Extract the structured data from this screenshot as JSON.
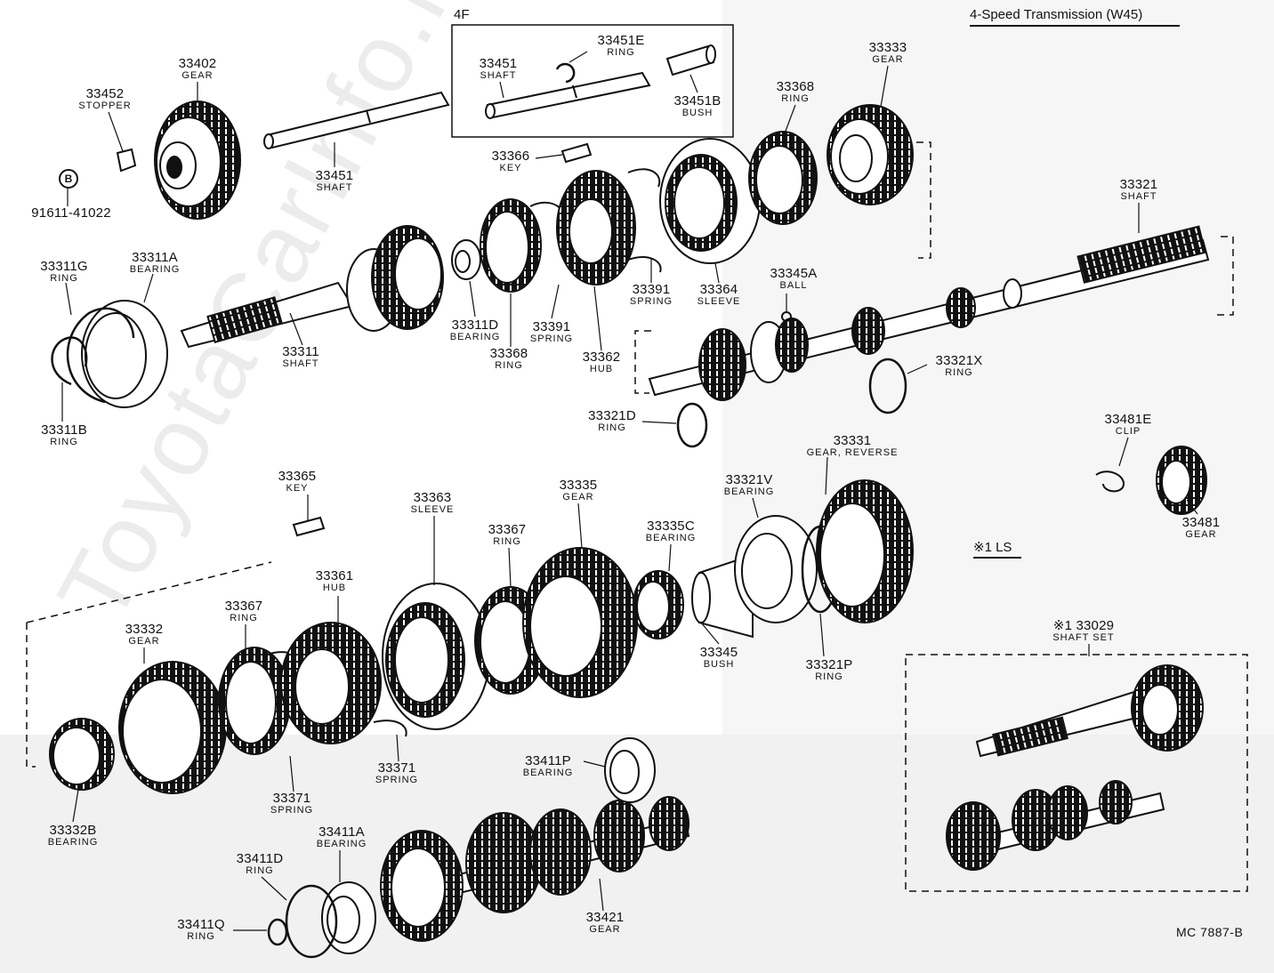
{
  "diagram": {
    "title": "4-Speed Transmission (W45)",
    "variant_label": "4F",
    "ls_note": "※1 LS",
    "reference": "MC 7887-B",
    "bolt_symbol": "B",
    "watermark": "ToyotaCarInfo.ru"
  },
  "parts": [
    {
      "key": "p33402",
      "number": "33402",
      "name": "GEAR"
    },
    {
      "key": "p33452",
      "number": "33452",
      "name": "STOPPER"
    },
    {
      "key": "p91611",
      "number": "91611-41022",
      "name": ""
    },
    {
      "key": "p33451_top",
      "number": "33451",
      "name": "SHAFT"
    },
    {
      "key": "p33451_main",
      "number": "33451",
      "name": "SHAFT"
    },
    {
      "key": "p33451e",
      "number": "33451E",
      "name": "RING"
    },
    {
      "key": "p33451b",
      "number": "33451B",
      "name": "BUSH"
    },
    {
      "key": "p33366",
      "number": "33366",
      "name": "KEY"
    },
    {
      "key": "p33368_top",
      "number": "33368",
      "name": "RING"
    },
    {
      "key": "p33333",
      "number": "33333",
      "name": "GEAR"
    },
    {
      "key": "p33321",
      "number": "33321",
      "name": "SHAFT"
    },
    {
      "key": "p33311g",
      "number": "33311G",
      "name": "RING"
    },
    {
      "key": "p33311a",
      "number": "33311A",
      "name": "BEARING"
    },
    {
      "key": "p33311",
      "number": "33311",
      "name": "SHAFT"
    },
    {
      "key": "p33311b",
      "number": "33311B",
      "name": "RING"
    },
    {
      "key": "p33311d",
      "number": "33311D",
      "name": "BEARING"
    },
    {
      "key": "p33368_mid",
      "number": "33368",
      "name": "RING"
    },
    {
      "key": "p33391_a",
      "number": "33391",
      "name": "SPRING"
    },
    {
      "key": "p33391_b",
      "number": "33391",
      "name": "SPRING"
    },
    {
      "key": "p33362",
      "number": "33362",
      "name": "HUB"
    },
    {
      "key": "p33364",
      "number": "33364",
      "name": "SLEEVE"
    },
    {
      "key": "p33345a",
      "number": "33345A",
      "name": "BALL"
    },
    {
      "key": "p33321x",
      "number": "33321X",
      "name": "RING"
    },
    {
      "key": "p33321d",
      "number": "33321D",
      "name": "RING"
    },
    {
      "key": "p33481e",
      "number": "33481E",
      "name": "CLIP"
    },
    {
      "key": "p33481",
      "number": "33481",
      "name": "GEAR"
    },
    {
      "key": "p33365",
      "number": "33365",
      "name": "KEY"
    },
    {
      "key": "p33363",
      "number": "33363",
      "name": "SLEEVE"
    },
    {
      "key": "p33335",
      "number": "33335",
      "name": "GEAR"
    },
    {
      "key": "p33367_top",
      "number": "33367",
      "name": "RING"
    },
    {
      "key": "p33335c",
      "number": "33335C",
      "name": "BEARING"
    },
    {
      "key": "p33321v",
      "number": "33321V",
      "name": "BEARING"
    },
    {
      "key": "p33331",
      "number": "33331",
      "name": "GEAR, REVERSE"
    },
    {
      "key": "p33361",
      "number": "33361",
      "name": "HUB"
    },
    {
      "key": "p33367_low",
      "number": "33367",
      "name": "RING"
    },
    {
      "key": "p33332",
      "number": "33332",
      "name": "GEAR"
    },
    {
      "key": "p33345",
      "number": "33345",
      "name": "BUSH"
    },
    {
      "key": "p33321p",
      "number": "33321P",
      "name": "RING"
    },
    {
      "key": "p33029",
      "number": "※1 33029",
      "name": "SHAFT SET"
    },
    {
      "key": "p33371_a",
      "number": "33371",
      "name": "SPRING"
    },
    {
      "key": "p33371_b",
      "number": "33371",
      "name": "SPRING"
    },
    {
      "key": "p33332b",
      "number": "33332B",
      "name": "BEARING"
    },
    {
      "key": "p33411p",
      "number": "33411P",
      "name": "BEARING"
    },
    {
      "key": "p33411a",
      "number": "33411A",
      "name": "BEARING"
    },
    {
      "key": "p33411d",
      "number": "33411D",
      "name": "RING"
    },
    {
      "key": "p33411q",
      "number": "33411Q",
      "name": "RING"
    },
    {
      "key": "p33421",
      "number": "33421",
      "name": "GEAR"
    }
  ]
}
